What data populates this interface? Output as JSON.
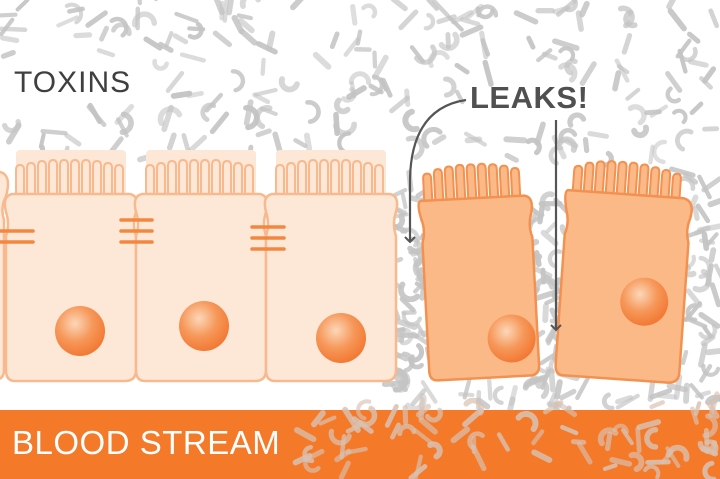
{
  "labels": {
    "toxins": "TOXINS",
    "leaks": "LEAKS!",
    "blood_stream": "BLOOD STREAM"
  },
  "colors": {
    "background": "#ffffff",
    "toxin_particle": "#c4c4c4",
    "healthy_cell_fill": "#fde8d8",
    "healthy_cell_stroke": "#f7b98d",
    "damaged_cell_fill": "#fbb987",
    "damaged_cell_stroke": "#f39150",
    "nucleus": "#f48544",
    "tight_junction": "#f4873f",
    "blood_stream": "#f47a2a",
    "arrow": "#555555"
  }
}
